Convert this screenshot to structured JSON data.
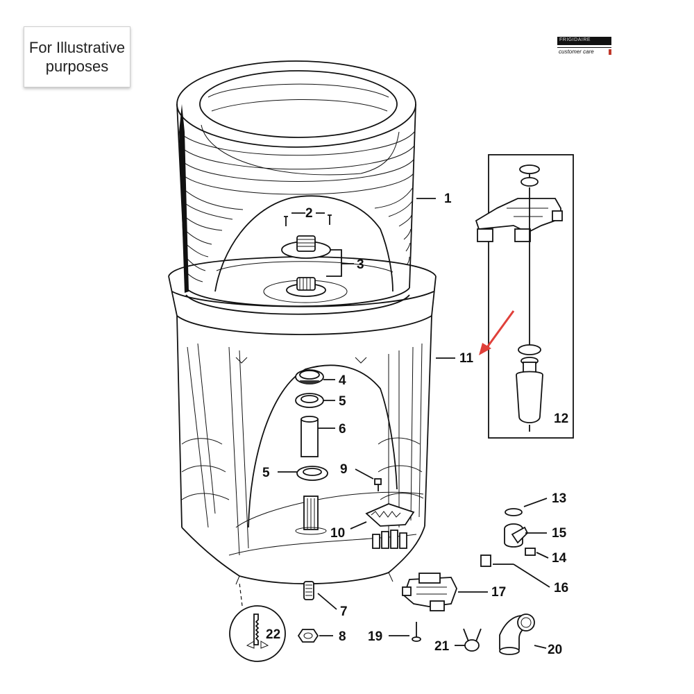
{
  "notice": {
    "text": "For Illustrative purposes"
  },
  "logo": {
    "line1": "FRIGIDAIRE",
    "line2": "customer care"
  },
  "callouts": {
    "n1": "1",
    "n2": "2",
    "n3": "3",
    "n4": "4",
    "n5a": "5",
    "n5b": "5",
    "n6": "6",
    "n7": "7",
    "n8": "8",
    "n9": "9",
    "n10": "10",
    "n11": "11",
    "n12": "12",
    "n13": "13",
    "n14": "14",
    "n15": "15",
    "n16": "16",
    "n17": "17",
    "n19": "19",
    "n20": "20",
    "n21": "21",
    "n22": "22"
  },
  "colors": {
    "line": "#111111",
    "pointer": "#e0403a",
    "background": "#ffffff"
  }
}
